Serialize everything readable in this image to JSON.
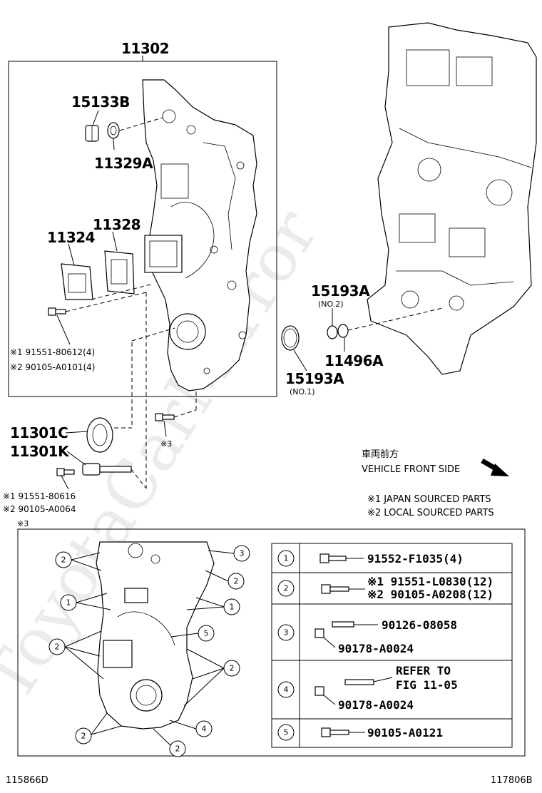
{
  "watermark": "ToyotaCarMirror",
  "main": {
    "assembly_number": "11302",
    "callouts": {
      "p15133B": "15133B",
      "p11329A": "11329A",
      "p11328": "11328",
      "p11324": "11324",
      "p15193A_no2": "15193A",
      "no2_label": "(NO.2)",
      "p11496A": "11496A",
      "p15193A_no1": "15193A",
      "no1_label": "(NO.1)",
      "p11301C": "11301C",
      "p11301K": "11301K",
      "bolt_a_line1": "※1 91551-80612(4)",
      "bolt_a_line2": "※2 90105-A0101(4)",
      "bolt_b_line1": "※1 91551-80616",
      "bolt_b_line2": "※2 90105-A0064",
      "ref3_small": "※3",
      "ref3_mark": "※3"
    },
    "direction": {
      "jp": "車両前方",
      "en": "VEHICLE FRONT SIDE"
    },
    "notes": {
      "note1": "※1 JAPAN SOURCED PARTS",
      "note2": "※2 LOCAL SOURCED PARTS"
    }
  },
  "detail": {
    "rows": [
      {
        "num": "1",
        "line1": "91552-F1035(4)"
      },
      {
        "num": "2",
        "line1": "※1 91551-L0830(12)",
        "line2": "※2 90105-A0208(12)"
      },
      {
        "num": "3",
        "line1": "90126-08058",
        "line2": "90178-A0024"
      },
      {
        "num": "4",
        "line1": "REFER TO",
        "line1b": "FIG 11-05",
        "line2": "90178-A0024"
      },
      {
        "num": "5",
        "line1": "90105-A0121"
      }
    ]
  },
  "footer": {
    "left_code": "115866D",
    "right_code": "117806B"
  }
}
